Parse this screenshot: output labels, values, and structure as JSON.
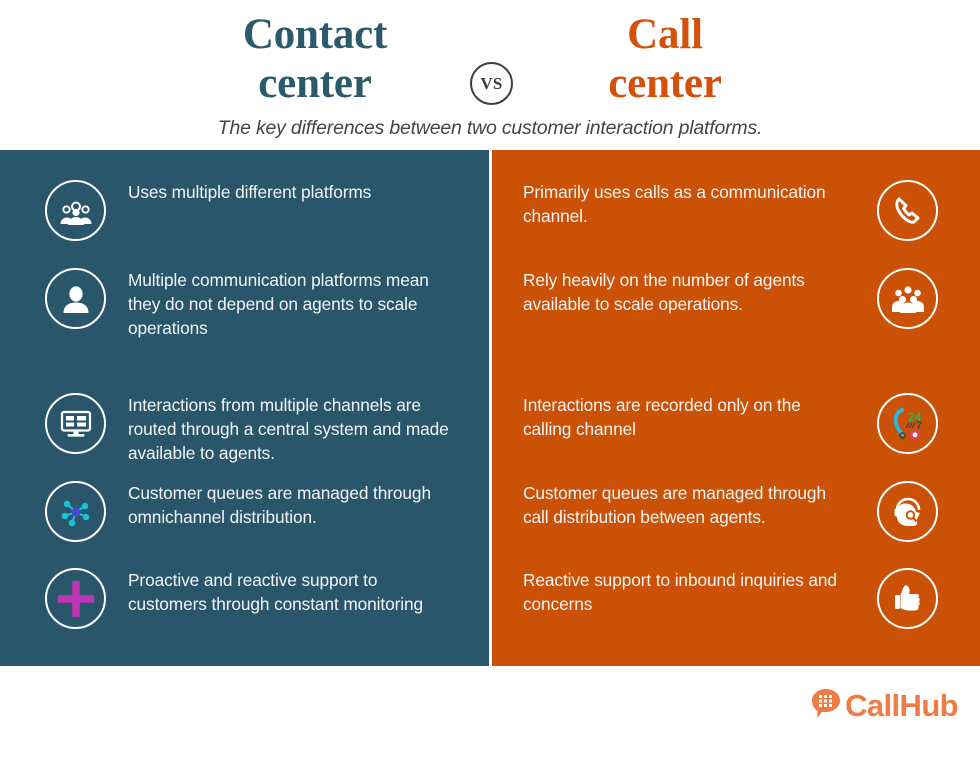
{
  "header": {
    "title_left": "Contact center",
    "title_left_line1": "Contact",
    "title_left_line2": "center",
    "title_right_line1": "Call",
    "title_right_line2": "center",
    "vs_label": "VS",
    "subtitle": "The key differences between two customer interaction platforms.",
    "color_left": "#2b5a6b",
    "color_right": "#d4510a"
  },
  "panels": {
    "left": {
      "name": "contact-center",
      "background": "#29566b",
      "items": [
        {
          "icon": "group-of-people-icon",
          "text": "Uses multiple different platforms"
        },
        {
          "icon": "single-person-icon",
          "text": "Multiple communication platforms mean they do not depend on agents to scale operations"
        },
        {
          "icon": "dashboard-monitor-icon",
          "text": "Interactions from multiple channels are routed through a central system and made available to agents."
        },
        {
          "icon": "omnichannel-network-icon",
          "text": "Customer queues are managed through omnichannel distribution."
        },
        {
          "icon": "plus-sign-icon",
          "text": "Proactive and reactive support to customers through constant monitoring"
        }
      ]
    },
    "right": {
      "name": "call-center",
      "background": "#ca5106",
      "items": [
        {
          "icon": "phone-handset-icon",
          "text": "Primarily uses calls as a communication channel."
        },
        {
          "icon": "group-of-agents-icon",
          "text": "Rely heavily on the number of agents available to scale operations."
        },
        {
          "icon": "24-7-support-icon",
          "text": "Interactions are recorded only on the calling channel"
        },
        {
          "icon": "headset-agent-icon",
          "text": "Customer queues are managed through call distribution between agents."
        },
        {
          "icon": "thumbs-up-icon",
          "text": "Reactive support to inbound inquiries and concerns"
        }
      ]
    }
  },
  "footer": {
    "logo_text": "CallHub",
    "logo_icon": "callhub-speech-bubble-dialpad-icon",
    "logo_color": "#ef7b45"
  },
  "icon_colors": {
    "omnichannel_node": "#19c0d8",
    "omnichannel_hub": "#4b49c8",
    "plus": "#bf33b5",
    "phone_24_7": "#29b6e0",
    "twentyfour": "#2fb35c",
    "seven": "#3f464c",
    "red_box": "#e53d52"
  }
}
